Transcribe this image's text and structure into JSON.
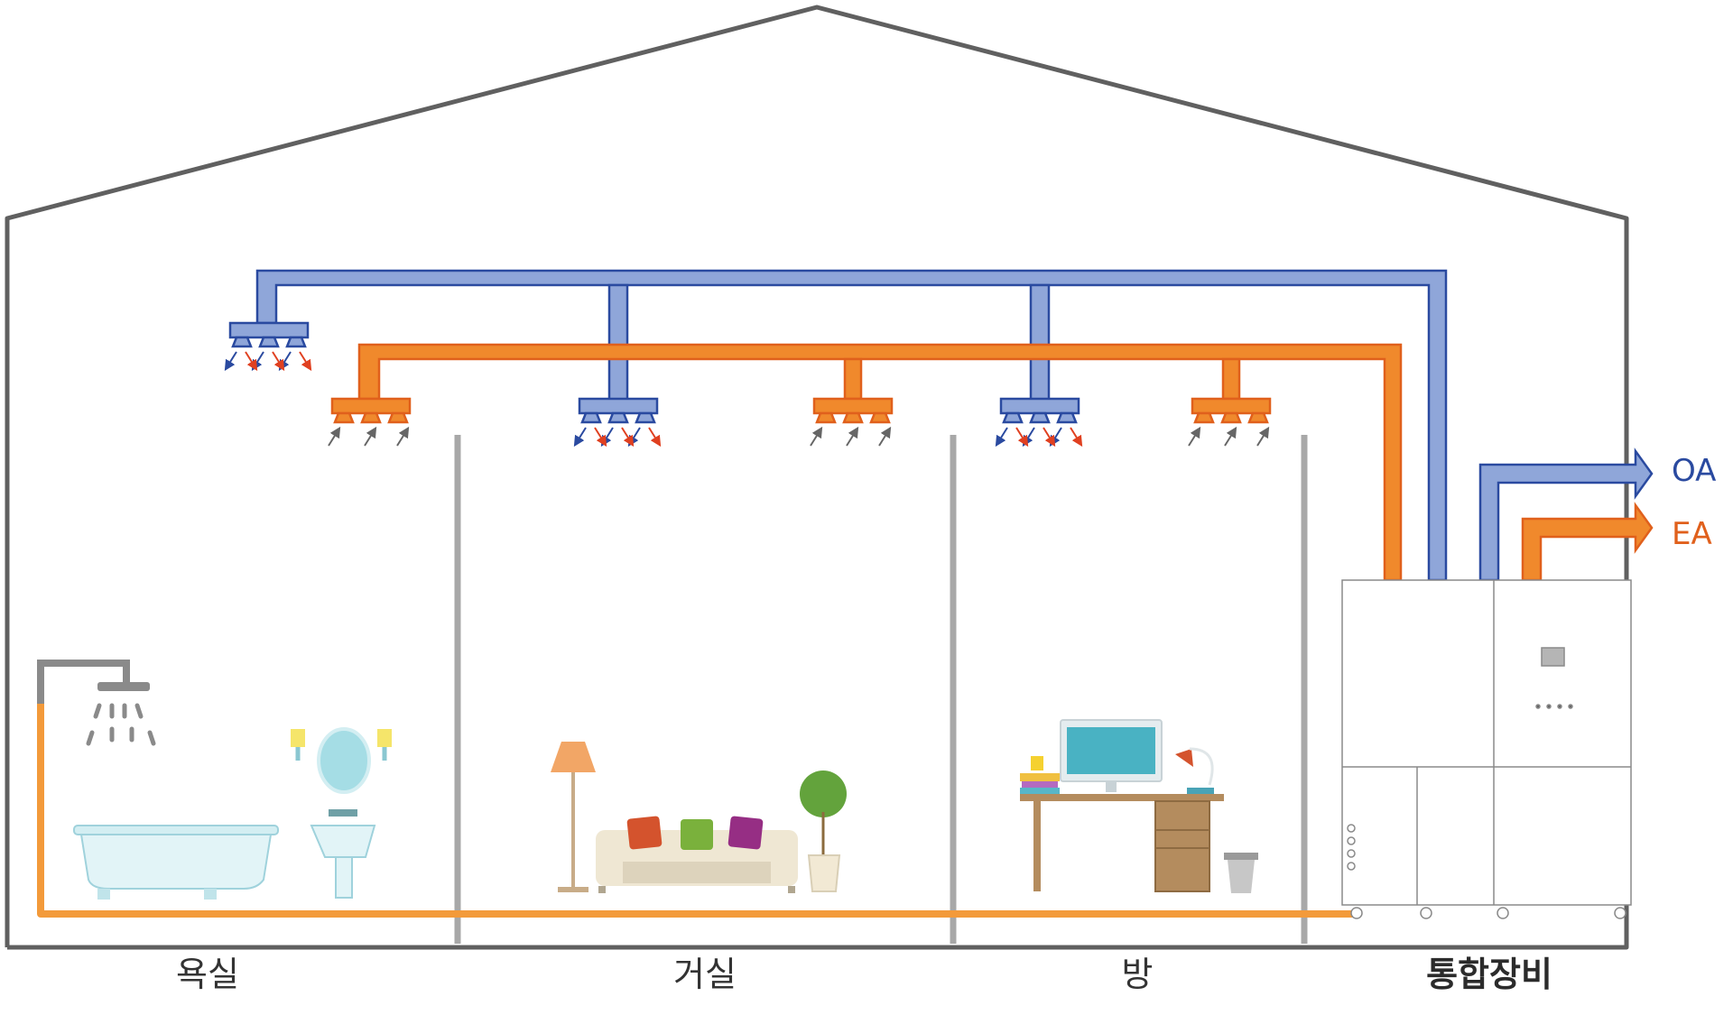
{
  "rooms": {
    "bathroom": "욕실",
    "living_room": "거실",
    "bedroom": "방",
    "unit": "통합장비"
  },
  "outlets": {
    "oa": "OA",
    "ea": "EA"
  },
  "colors": {
    "supply_duct": "#8fa6d9",
    "supply_stroke": "#2a4aa0",
    "exhaust_duct": "#f0892c",
    "exhaust_stroke": "#e0601c",
    "house_outline": "#606060",
    "partition": "#a8a8a8",
    "oa_text": "#2a4aa0",
    "ea_text": "#e0601c"
  }
}
